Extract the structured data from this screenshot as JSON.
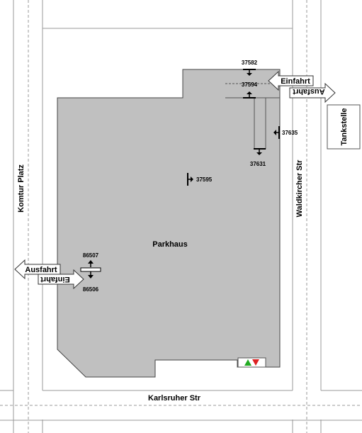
{
  "building": {
    "label": "Parkhaus"
  },
  "streets": {
    "left": "Komtur Platz",
    "right": "Waldkircher Str",
    "bottom": "Karlsruher Str"
  },
  "facility": {
    "label": "Tankstelle"
  },
  "entrances": {
    "right_entry": "Einfahrt",
    "right_exit": "Ausfahrt",
    "left_exit": "Ausfahrt",
    "left_entry": "Einfahrt"
  },
  "sensors": [
    {
      "id": "37582"
    },
    {
      "id": "37594"
    },
    {
      "id": "37631"
    },
    {
      "id": "37635"
    },
    {
      "id": "37595"
    },
    {
      "id": "86507"
    },
    {
      "id": "86506"
    }
  ],
  "colors": {
    "building_fill": "#c0c0c0",
    "signal_up": "#22aa22",
    "signal_down": "#dd2222"
  }
}
